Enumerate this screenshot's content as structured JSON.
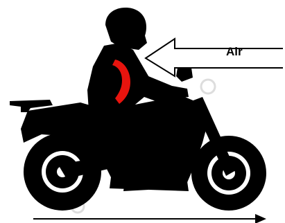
{
  "diagram": {
    "air_label": "Air",
    "colors": {
      "silhouette": "#000000",
      "back_protector": "#e8140e",
      "background": "#ffffff",
      "arrow_fill": "#ffffff",
      "arrow_stroke": "#000000",
      "watermark": "#d8d8d8"
    },
    "icons": {
      "rider": "rider-silhouette",
      "motorcycle": "motorcycle-silhouette",
      "back_protector": "back-protector-shape",
      "air_arrow": "left-pointing-outline-arrow",
      "motion_arrow": "right-pointing-arrow"
    }
  }
}
